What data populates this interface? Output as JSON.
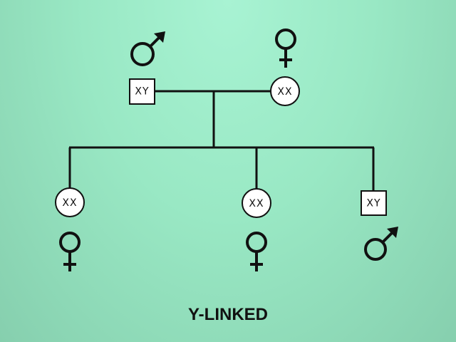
{
  "title": "Y-LINKED",
  "colors": {
    "background_top": "#a8f3d3",
    "background_bottom": "#86cfae",
    "ink": "#111111",
    "node_fill": "#ffffff"
  },
  "parents": {
    "father": {
      "label": "XY",
      "sex": "male",
      "symbol": "male-symbol-icon"
    },
    "mother": {
      "label": "XX",
      "sex": "female",
      "symbol": "female-symbol-icon"
    }
  },
  "children": [
    {
      "label": "XX",
      "sex": "female",
      "symbol": "female-symbol-icon"
    },
    {
      "label": "XX",
      "sex": "female",
      "symbol": "female-symbol-icon"
    },
    {
      "label": "XY",
      "sex": "male",
      "symbol": "male-symbol-icon"
    }
  ]
}
